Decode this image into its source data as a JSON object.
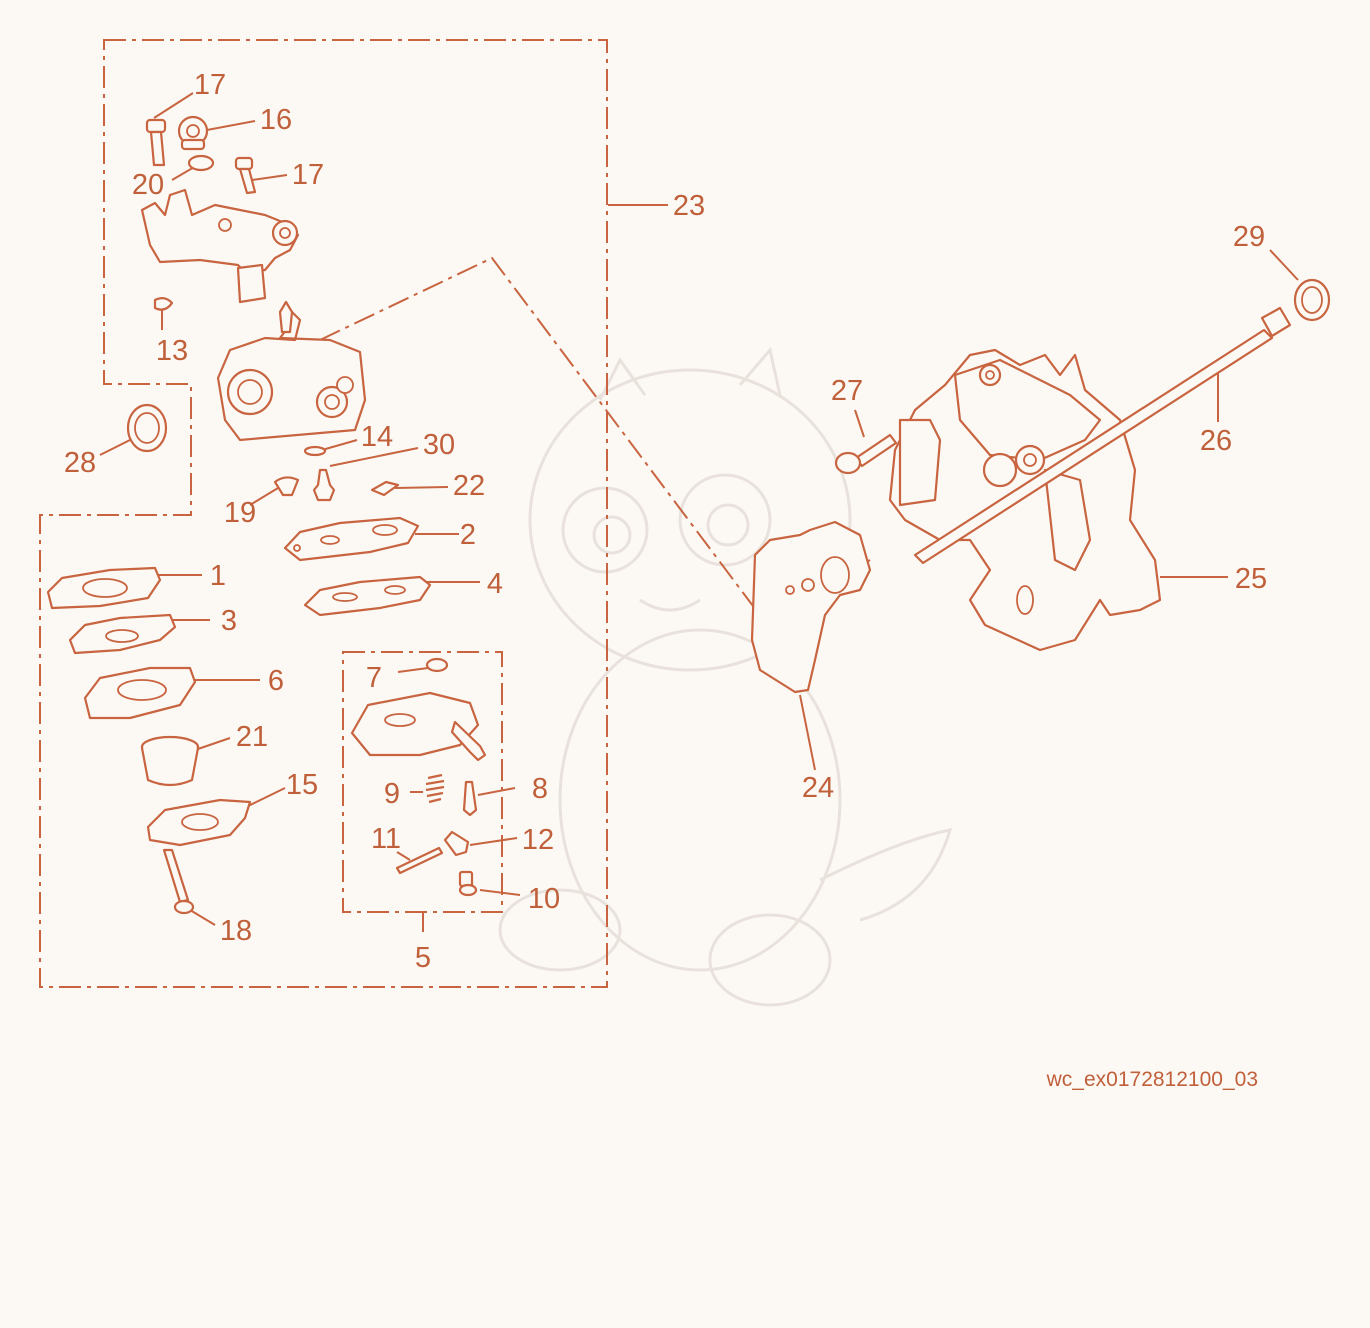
{
  "diagram": {
    "callouts": [
      "1",
      "2",
      "3",
      "4",
      "5",
      "6",
      "7",
      "8",
      "9",
      "10",
      "11",
      "12",
      "13",
      "14",
      "15",
      "16",
      "17",
      "18",
      "19",
      "20",
      "21",
      "22",
      "23",
      "24",
      "25",
      "26",
      "27",
      "28",
      "29",
      "30"
    ],
    "drawing_ref": "wc_ex0172812100_03",
    "colors": {
      "line": "#c8643f",
      "text": "#c0603a",
      "background": "#fcf9f5",
      "watermark": "#e9e2dc"
    }
  }
}
